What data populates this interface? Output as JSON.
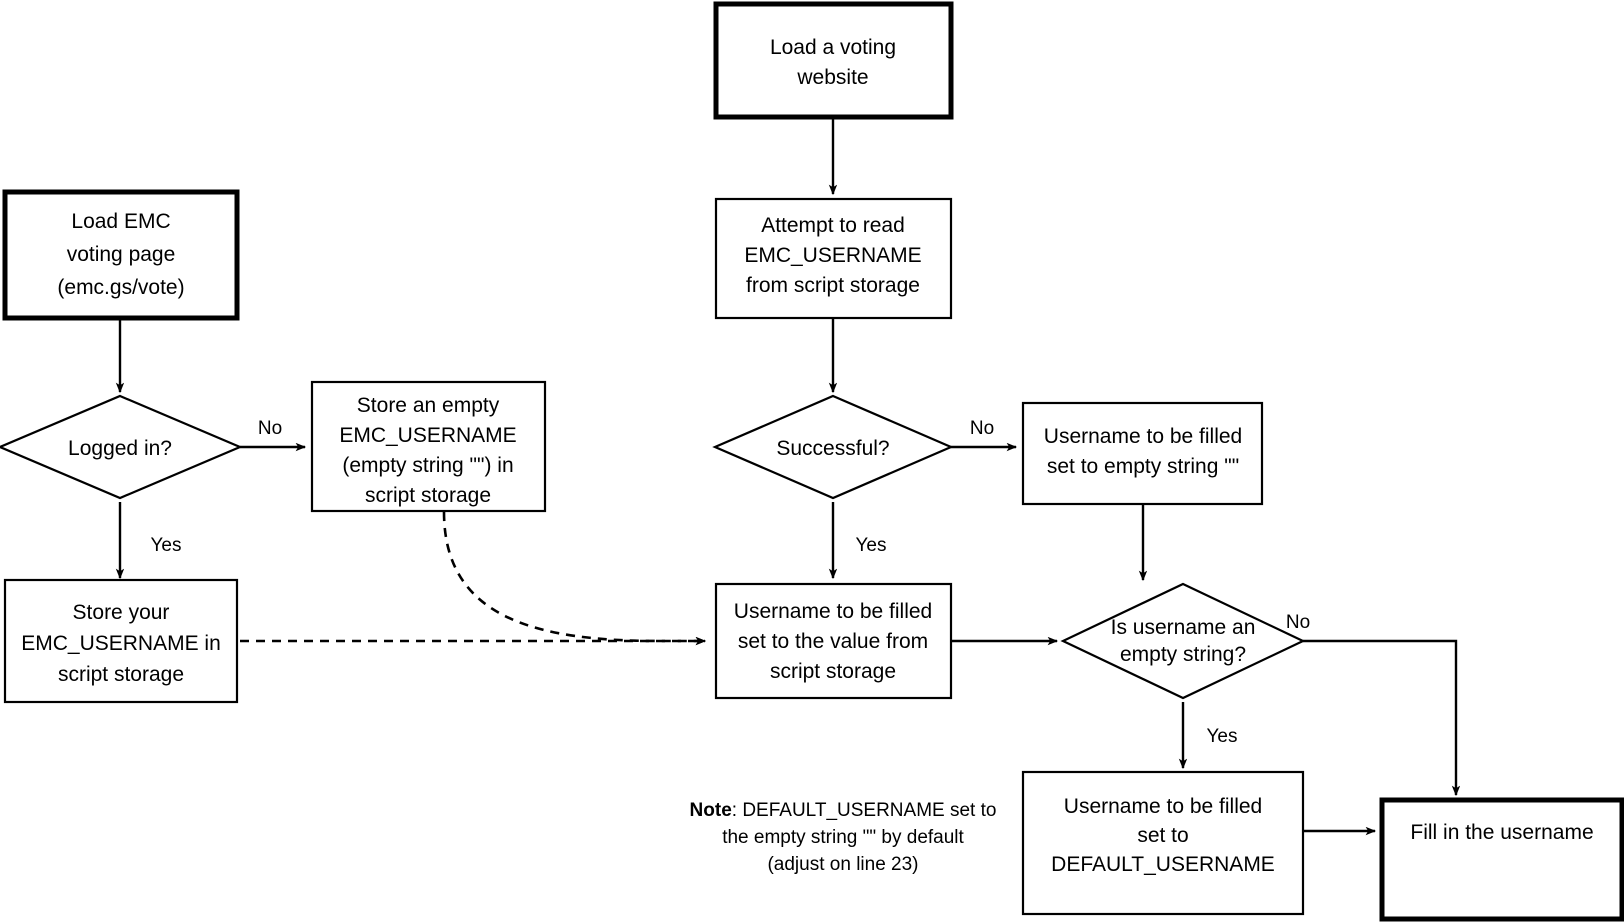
{
  "diagram": {
    "title": "EMC username autofill flowchart",
    "background_color": "#ffffff",
    "line_color": "#000000"
  },
  "nodes": {
    "load_emc_page": {
      "shape": "process-terminal",
      "lines": [
        "Load EMC",
        "voting page",
        "(emc.gs/vote)"
      ]
    },
    "logged_in": {
      "shape": "decision",
      "lines": [
        "Logged in?"
      ]
    },
    "store_empty_username": {
      "shape": "process",
      "lines": [
        "Store an empty",
        "EMC_USERNAME",
        "(empty string \"\") in",
        "script storage"
      ]
    },
    "store_your_username": {
      "shape": "process",
      "lines": [
        "Store your",
        "EMC_USERNAME in",
        "script storage"
      ]
    },
    "load_voting_website": {
      "shape": "process-terminal",
      "lines": [
        "Load a voting",
        "website"
      ]
    },
    "attempt_read": {
      "shape": "process",
      "lines": [
        "Attempt to read",
        "EMC_USERNAME",
        "from script storage"
      ]
    },
    "successful": {
      "shape": "decision",
      "lines": [
        "Successful?"
      ]
    },
    "set_empty_string": {
      "shape": "process",
      "lines": [
        "Username to be filled",
        "set to empty string \"\""
      ]
    },
    "set_from_storage": {
      "shape": "process",
      "lines": [
        "Username to be filled",
        "set to the value from",
        "script storage"
      ]
    },
    "is_empty_string": {
      "shape": "decision",
      "lines": [
        "Is username an",
        "empty string?"
      ]
    },
    "set_default_username": {
      "shape": "process",
      "lines": [
        "Username to be filled",
        "set to",
        "DEFAULT_USERNAME"
      ]
    },
    "fill_username": {
      "shape": "process-terminal",
      "lines": [
        "Fill in the username"
      ]
    }
  },
  "edge_labels": {
    "logged_in_no": "No",
    "logged_in_yes": "Yes",
    "successful_no": "No",
    "successful_yes": "Yes",
    "is_empty_no": "No",
    "is_empty_yes": "Yes"
  },
  "note": {
    "prefix": "Note",
    "lines": [
      ": DEFAULT_USERNAME set to",
      "the empty string \"\" by default",
      "(adjust on line 23)"
    ]
  }
}
